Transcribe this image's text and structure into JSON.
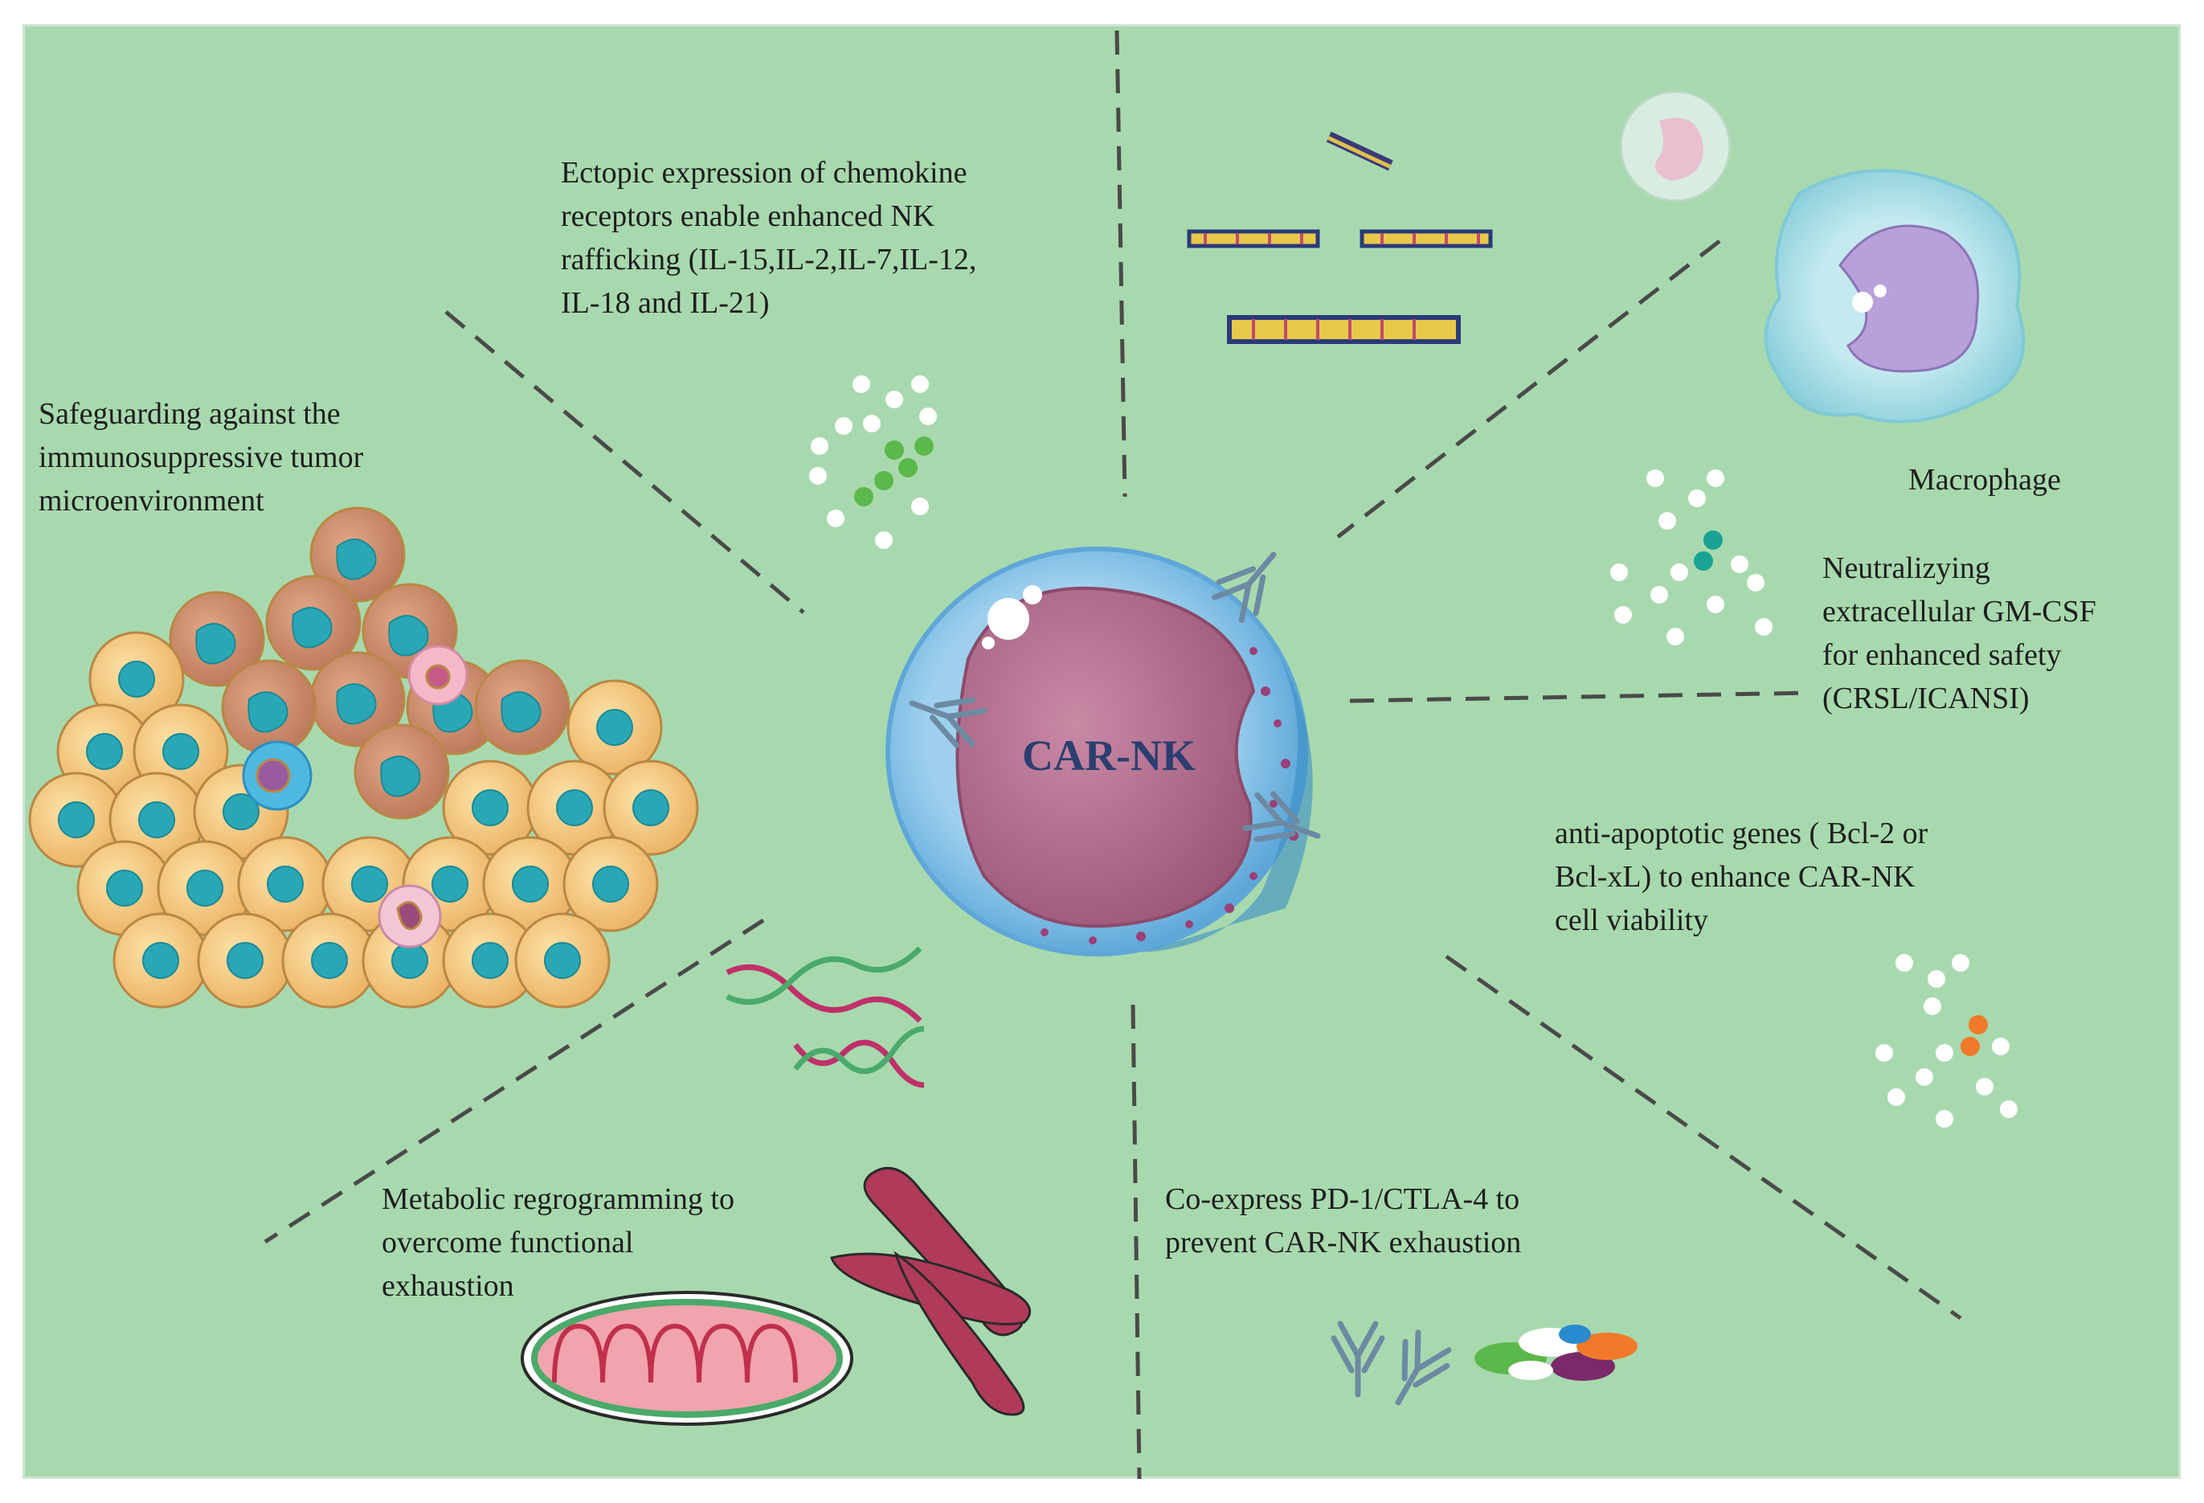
{
  "center": {
    "label": "CAR-NK"
  },
  "labels": {
    "chemokine": "Ectopic expression of chemokine\nreceptors  enable enhanced NK\nrafficking (IL-15,IL-2,IL-7,IL-12,\nIL-18 and IL-21)",
    "safeguard": "Safeguarding against the\nimmunosuppressive  tumor\nmicroenvironment",
    "macrophage": "Macrophage",
    "gmcsf": "Neutralizying\nextracellular  GM-CSF\nfor enhanced safety\n(CRSL/ICANSI)",
    "antiapoptotic": "anti-apoptotic genes ( Bcl-2 or\nBcl-xL) to enhance CAR-NK\ncell viability",
    "pd1": "Co-express PD-1/CTLA-4 to\nprevent CAR-NK exhaustion",
    "metabolic": "Metabolic regrogramming to\novercome functional\nexhaustion"
  },
  "colors": {
    "background": "#a8d9ae",
    "nucleus": "#b3708f",
    "cell_membrane": "#7fb8e0",
    "tumor_cell": "#f5c26b",
    "tumor_cell_dark": "#c98a63",
    "tumor_nucleus": "#2aa7b5",
    "macrophage": "#a9dde6",
    "green_dot": "#5bb84a",
    "teal_dot": "#1aa294",
    "orange_dot": "#f07a2a"
  }
}
